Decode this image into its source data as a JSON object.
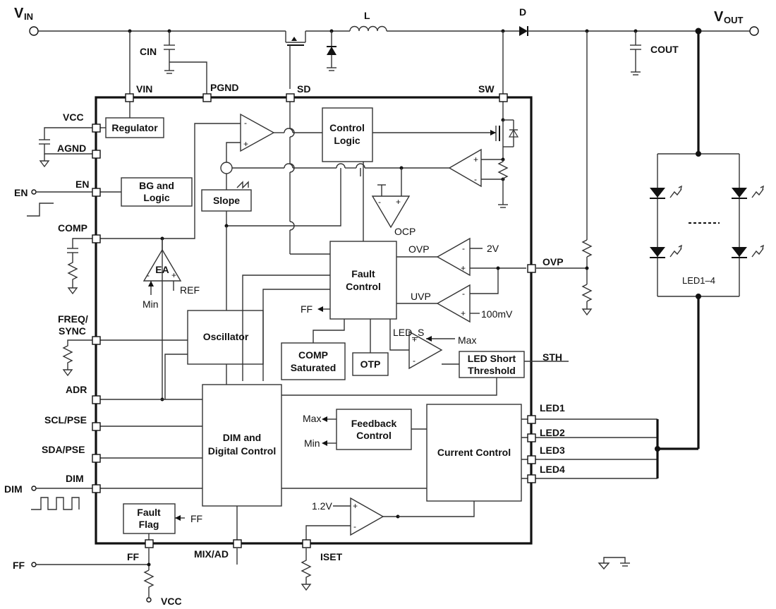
{
  "pins": {
    "vin": "VIN",
    "pgnd": "PGND",
    "sd": "SD",
    "sw": "SW",
    "vcc": "VCC",
    "agnd": "AGND",
    "en": "EN",
    "comp": "COMP",
    "freq": "FREQ/",
    "sync": "SYNC",
    "adr": "ADR",
    "scl": "SCL/PSE",
    "sda": "SDA/PSE",
    "dim": "DIM",
    "ff": "FF",
    "mix": "MIX/AD",
    "iset": "ISET",
    "ovp": "OVP",
    "sth": "STH",
    "led1": "LED1",
    "led2": "LED2",
    "led3": "LED3",
    "led4": "LED4"
  },
  "external": {
    "vin_main": "V",
    "vin_sub": "IN",
    "vout_main": "V",
    "vout_sub": "OUT",
    "inductor": "L",
    "diode": "D",
    "cin": "CIN",
    "cout": "COUT",
    "en_in": "EN",
    "dim_in": "DIM",
    "ff_out": "FF",
    "vcc_pullup": "VCC",
    "led_string": "LED1–4"
  },
  "blocks": {
    "regulator": "Regulator",
    "bg_line1": "BG and",
    "bg_line2": "Logic",
    "slope": "Slope",
    "control_line1": "Control",
    "control_line2": "Logic",
    "fault_line1": "Fault",
    "fault_line2": "Control",
    "oscillator": "Oscillator",
    "comp_line1": "COMP",
    "comp_line2": "Saturated",
    "otp": "OTP",
    "short_line1": "LED Short",
    "short_line2": "Threshold",
    "dim_line1": "DIM and",
    "dim_line2": "Digital Control",
    "feedback_line1": "Feedback",
    "feedback_line2": "Control",
    "current": "Current Control",
    "flag_line1": "Fault",
    "flag_line2": "Flag",
    "ea": "EA"
  },
  "signals": {
    "ocp": "OCP",
    "ovp": "OVP",
    "uvp": "UVP",
    "v2": "2V",
    "v100m": "100mV",
    "led_s": "LED_S",
    "max": "Max",
    "min": "Min",
    "ref": "REF",
    "ff": "FF",
    "v12": "1.2V",
    "minus": "-",
    "plus": "+"
  }
}
